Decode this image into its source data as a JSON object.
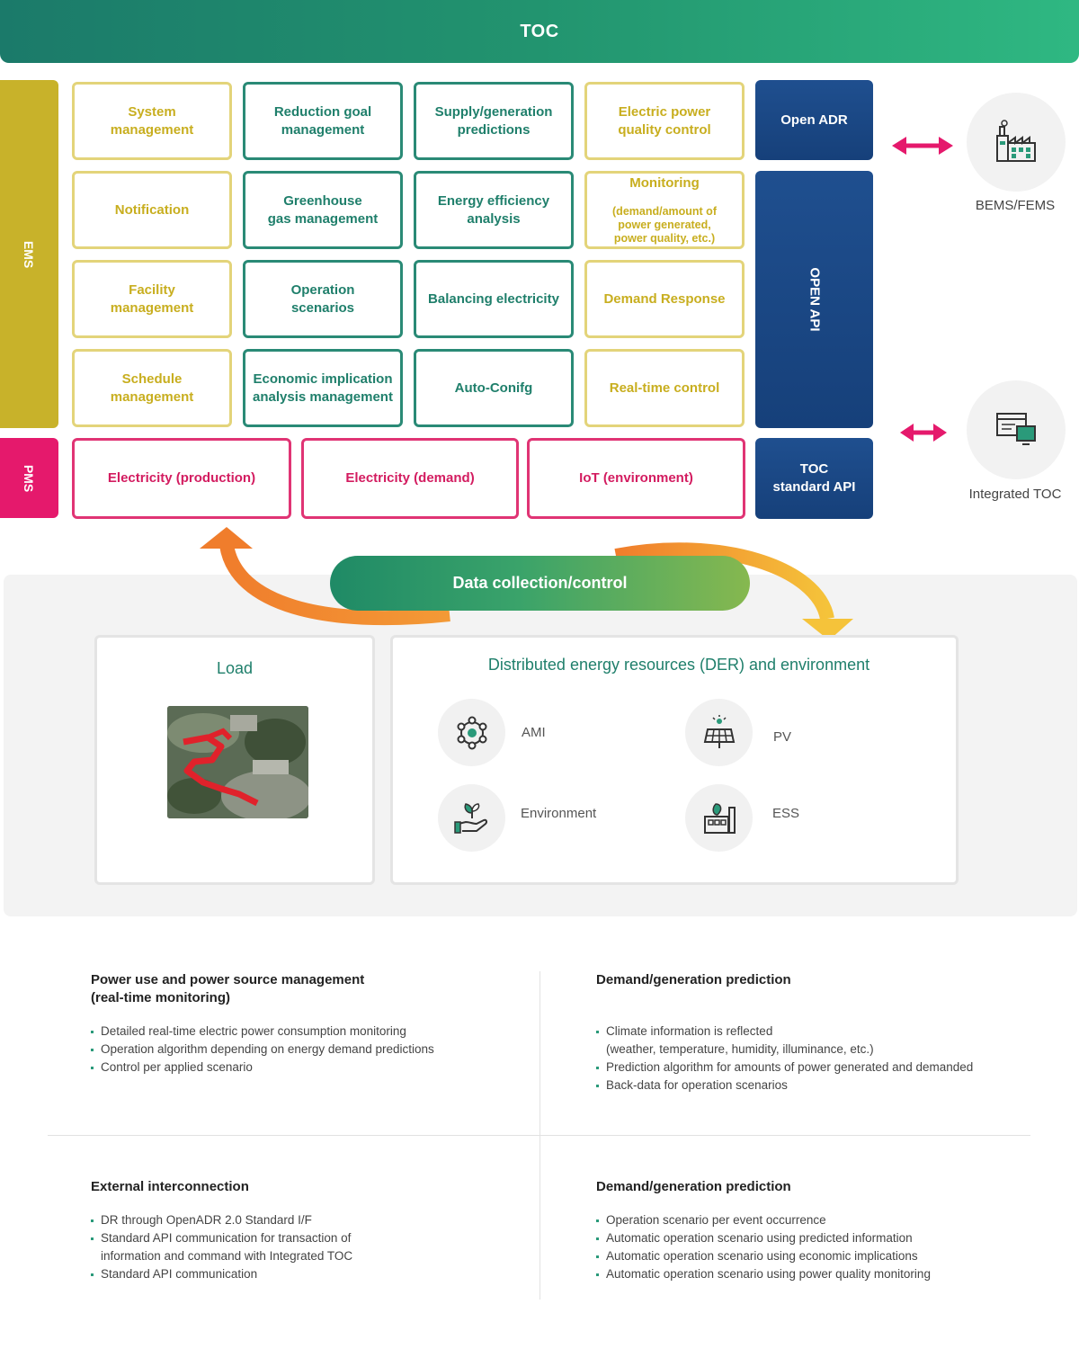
{
  "header": {
    "title": "TOC"
  },
  "ems": {
    "label": "EMS",
    "cells": [
      [
        "System\nmanagement",
        "Reduction goal\nmanagement",
        "Supply/generation\npredictions",
        "Electric power\nquality control"
      ],
      [
        "Notification",
        "Greenhouse\ngas management",
        "Energy efficiency\nanalysis",
        "Monitoring"
      ],
      [
        "Facility\nmanagement",
        "Operation\nscenarios",
        "Balancing electricity",
        "Demand Response"
      ],
      [
        "Schedule\nmanagement",
        "Economic implication\nanalysis management",
        "Auto-Conifg",
        "Real-time control"
      ]
    ],
    "monitoring_detail": "(demand/amount of\npower generated,\npower quality, etc.)"
  },
  "pms": {
    "label": "PMS",
    "cells": [
      "Electricity (production)",
      "Electricity (demand)",
      "IoT (environment)"
    ]
  },
  "apis": {
    "open_adr": "Open ADR",
    "open_api": "OPEN API",
    "toc_api": "TOC\nstandard API"
  },
  "external": {
    "bems": "BEMS/FEMS",
    "integrated": "Integrated TOC"
  },
  "data_collection": "Data collection/control",
  "load": {
    "title": "Load"
  },
  "der": {
    "title": "Distributed energy resources (DER) and environment",
    "items": [
      "AMI",
      "PV",
      "Environment",
      "ESS"
    ]
  },
  "info": [
    {
      "title": "Power use and power source management\n(real-time monitoring)",
      "items": [
        "Detailed real-time electric power consumption monitoring",
        "Operation algorithm depending on energy demand predictions",
        "Control per applied scenario"
      ]
    },
    {
      "title": "Demand/generation prediction",
      "items": [
        "Climate information is reflected",
        "(weather, temperature, humidity, illuminance, etc.)",
        "Prediction algorithm for amounts of power generated and demanded",
        "Back-data for operation scenarios"
      ]
    },
    {
      "title": "External interconnection",
      "items": [
        "DR through OpenADR 2.0 Standard I/F",
        "Standard API communication for transaction of",
        "information and command with Integrated TOC",
        "Standard API communication"
      ]
    },
    {
      "title": "Demand/generation prediction",
      "items": [
        "Operation scenario per event occurrence",
        "Automatic operation scenario using predicted information",
        "Automatic operation scenario using economic implications",
        "Automatic operation scenario using power quality monitoring"
      ]
    }
  ]
}
